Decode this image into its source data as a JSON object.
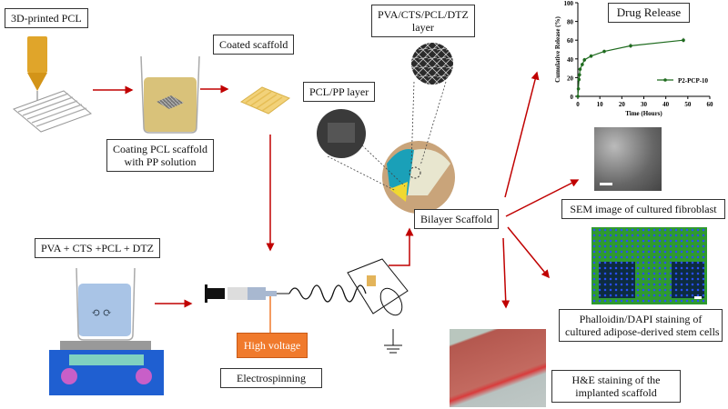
{
  "labels": {
    "printed_pcl": "3D-printed PCL",
    "coating": [
      "Coating PCL scaffold",
      "with PP solution"
    ],
    "coated_scaffold": "Coated scaffold",
    "pcl_pp_layer": "PCL/PP layer",
    "pva_layer": [
      "PVA/CTS/PCL/DTZ",
      "layer"
    ],
    "bilayer": "Bilayer Scaffold",
    "solution": "PVA + CTS +PCL + DTZ",
    "high_voltage": "High voltage",
    "electrospinning": "Electrospinning",
    "drug_release": "Drug Release",
    "sem": "SEM image of cultured fibroblast",
    "phalloidin": [
      "Phalloidin/DAPI staining of",
      "cultured adipose-derived stem cells"
    ],
    "he": [
      "H&E staining of the",
      "implanted scaffold"
    ]
  },
  "colors": {
    "arrow": "#c00000",
    "series": "#1e6b1e",
    "nozzle": "#e0a52a",
    "coating_liquid": "#d9c27a",
    "solution_liquid": "#a9c4e6",
    "stirrer_body": "#1f5fd1",
    "stirrer_panel": "#7fd1c0",
    "stirrer_knob": "#c85fc8",
    "high_voltage": "#f07a2c"
  },
  "chart_data": {
    "type": "line",
    "title": "Drug Release",
    "xlabel": "Time (Hours)",
    "ylabel": "Cumulative Release (%)",
    "xlim": [
      0,
      60
    ],
    "ylim": [
      0,
      100
    ],
    "xticks": [
      0,
      10,
      20,
      30,
      40,
      50,
      60
    ],
    "yticks": [
      0,
      20,
      40,
      60,
      80,
      100
    ],
    "legend": "lower-right",
    "series": [
      {
        "name": "P2-PCP-10",
        "x": [
          0,
          0.25,
          0.5,
          0.75,
          1,
          2,
          3,
          6,
          12,
          24,
          48
        ],
        "y": [
          0,
          8,
          18,
          23,
          29,
          34,
          39,
          43,
          48,
          54,
          60
        ],
        "err": [
          0,
          1,
          1,
          1,
          1.5,
          1.5,
          2,
          2,
          2,
          2.5,
          2.5
        ]
      }
    ]
  }
}
